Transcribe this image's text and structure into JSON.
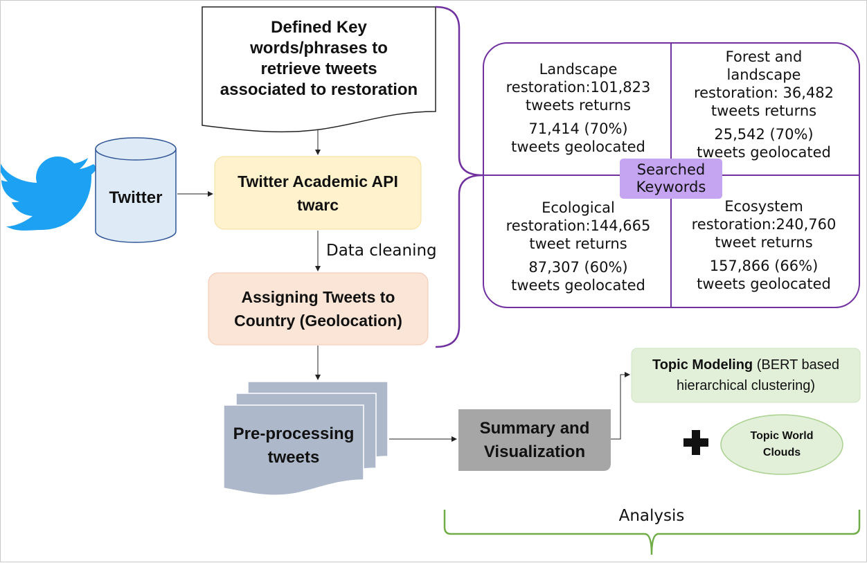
{
  "doc_block": {
    "line1": "Defined Key",
    "line2": "words/phrases to",
    "line3": "retrieve tweets",
    "line4": "associated to restoration"
  },
  "twitter_db": {
    "label": "Twitter"
  },
  "api_box": {
    "line1": "Twitter Academic API",
    "line2": "twarc"
  },
  "data_cleaning": {
    "label": "Data cleaning"
  },
  "geo_box": {
    "line1": "Assigning Tweets to",
    "line2": "Country (Geolocation)"
  },
  "preprocess": {
    "line1": "Pre-processing",
    "line2": "tweets"
  },
  "summary_box": {
    "line1": "Summary and",
    "line2": "Visualization"
  },
  "topic_modeling": {
    "bold": "Topic Modeling",
    "rest": " (BERT based",
    "line2": "hierarchical clustering)"
  },
  "topic_clouds": {
    "line1": "Topic World",
    "line2": "Clouds"
  },
  "analysis": {
    "label": "Analysis"
  },
  "keywords_grid": {
    "center_label": {
      "line1": "Searched",
      "line2": "Keywords"
    },
    "cells": [
      {
        "l1": "Landscape",
        "l2": "restoration:101,823",
        "l3": "tweets returns",
        "l4": "71,414 (70%)",
        "l5": "tweets geolocated"
      },
      {
        "l1": "Forest and",
        "l2": "landscape",
        "l3": "restoration: 36,482",
        "l4": "tweets returns",
        "l5": "25,542 (70%)",
        "l6": "tweets geolocated"
      },
      {
        "l1": "Ecological",
        "l2": "restoration:144,665",
        "l3": "tweet returns",
        "l4": "87,307 (60%)",
        "l5": "tweets geolocated"
      },
      {
        "l1": "Ecosystem",
        "l2": "restoration:240,760",
        "l3": "tweet returns",
        "l4": "157,866 (66%)",
        "l5": "tweets geolocated"
      }
    ]
  },
  "colors": {
    "twitter_blue": "#1DA1F2",
    "api_fill": "#FFF2CC",
    "geo_fill": "#FBE5D6",
    "preprocess_fill": "#ADB9CA",
    "summary_fill": "#A6A6A6",
    "topic_fill": "#E2F0D9",
    "purple": "#7030A0",
    "keyword_label_fill": "#C5A4F2",
    "analysis_green": "#70AD47"
  }
}
